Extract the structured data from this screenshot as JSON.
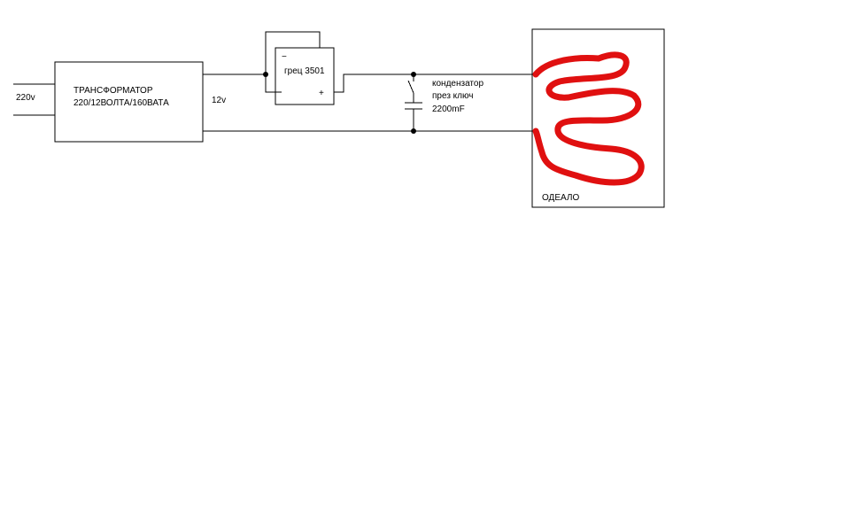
{
  "labels": {
    "input_voltage": "220v",
    "transformer_line1": "ТРАНСФОРМАТОР",
    "transformer_line2": "220/12ВОЛТА/160ВАТА",
    "output_voltage": "12v",
    "rectifier": "грец 3501",
    "rectifier_minus": "−",
    "rectifier_plus": "+",
    "capacitor_line1": "кондензатор",
    "capacitor_line2": "през ключ",
    "capacitor_line3": "2200mF",
    "blanket": "ОДЕАЛО"
  },
  "colors": {
    "wire": "#000000",
    "heater": "#e01010",
    "background": "#ffffff"
  }
}
